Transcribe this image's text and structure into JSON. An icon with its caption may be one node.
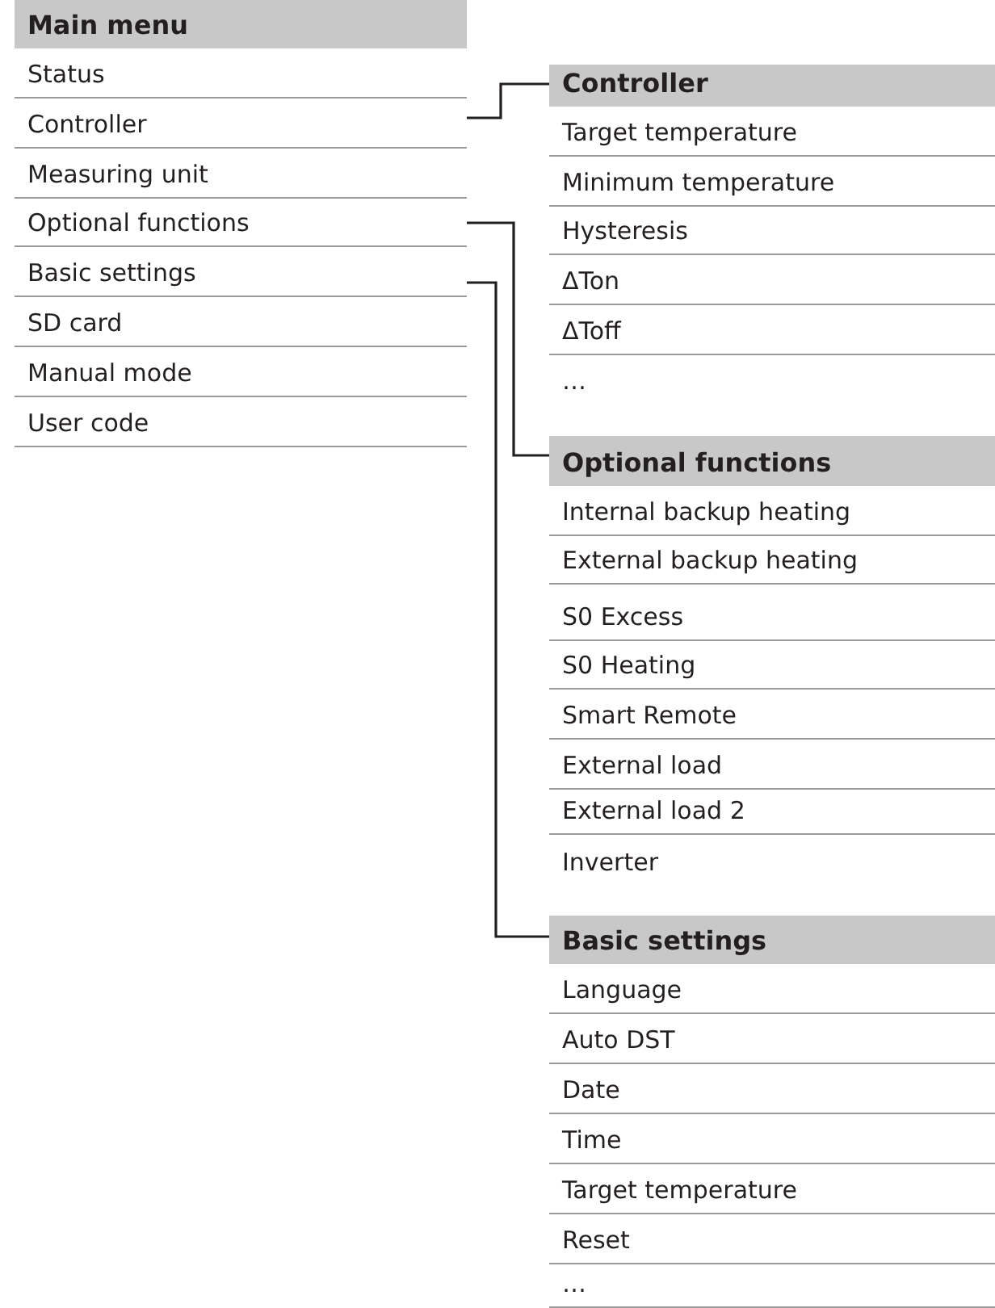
{
  "diagram": {
    "nodes": [
      {
        "text": [
          "Main menu"
        ]
      },
      {
        "text": [
          "Status"
        ]
      },
      {
        "text": [
          "Controller"
        ]
      },
      {
        "text": [
          "Measuring unit"
        ]
      },
      {
        "text": [
          "Optional functions"
        ]
      },
      {
        "text": [
          "Basic settings"
        ]
      },
      {
        "text": [
          "SD card"
        ]
      },
      {
        "text": [
          "Manual mode"
        ]
      },
      {
        "text": [
          "User code"
        ]
      },
      {
        "text": [
          "Controller"
        ]
      },
      {
        "text": [
          "Target temperature"
        ]
      },
      {
        "text": [
          "Minimum temperature"
        ]
      },
      {
        "text": [
          "Hysteresis"
        ]
      },
      {
        "text": [
          "ΔTon"
        ]
      },
      {
        "text": [
          "ΔToff"
        ]
      },
      {
        "text": [
          "…"
        ]
      },
      {
        "text": [
          "Optional functions"
        ]
      },
      {
        "text": [
          "Internal backup heating"
        ]
      },
      {
        "text": [
          "External backup heating"
        ]
      },
      {
        "text": [
          "S0 Excess"
        ]
      },
      {
        "text": [
          "S0 Heating"
        ]
      },
      {
        "text": [
          "Smart Remote"
        ]
      },
      {
        "text": [
          "External load"
        ]
      },
      {
        "text": [
          "External load 2"
        ]
      },
      {
        "text": [
          "Inverter"
        ]
      },
      {
        "text": [
          "Basic settings"
        ]
      },
      {
        "text": [
          "Language"
        ]
      },
      {
        "text": [
          "Auto DST"
        ]
      },
      {
        "text": [
          "Date"
        ]
      },
      {
        "text": [
          "Time"
        ]
      },
      {
        "text": [
          "Target temperature"
        ]
      },
      {
        "text": [
          "Reset"
        ]
      },
      {
        "text": [
          "…"
        ]
      }
    ],
    "edges": [
      {
        "from": 2,
        "to": 9,
        "arrow": "none"
      },
      {
        "from": 4,
        "to": 16,
        "arrow": "none"
      },
      {
        "from": 5,
        "to": 25,
        "arrow": "none"
      }
    ]
  }
}
